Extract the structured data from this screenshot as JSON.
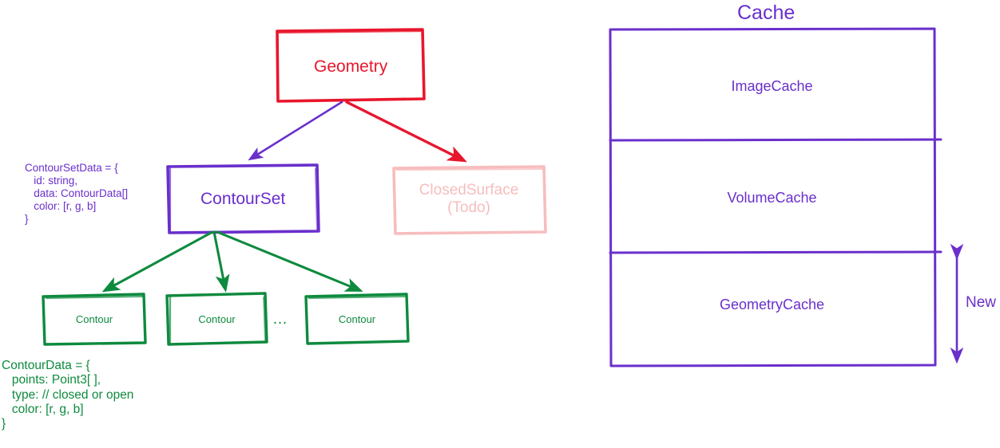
{
  "diagram": {
    "title_cache": "Cache",
    "nodes": {
      "geometry": "Geometry",
      "contour_set": "ContourSet",
      "closed_surface_line1": "ClosedSurface",
      "closed_surface_line2": "(Todo)",
      "closed_surface": "ClosedSurface\n(Todo)",
      "contour_1": "Contour",
      "contour_2": "Contour",
      "contour_3": "Contour",
      "ellipsis": "…"
    },
    "annotations": {
      "contour_set_data": "ContourSetData = {\n   id: string,\n   data: ContourData[]\n   color: [r, g, b]\n}",
      "contour_data": "ContourData = {\n   points: Point3[ ],\n   type: // closed or open\n   color: [r, g, b]\n}"
    },
    "cache_rows": [
      {
        "label": "ImageCache"
      },
      {
        "label": "VolumeCache"
      },
      {
        "label": "GeometryCache"
      }
    ],
    "new_marker_label": "New",
    "colors": {
      "red": "#E8162C",
      "purple": "#6A2FCC",
      "green": "#0E8A3E",
      "pink": "#F7BDBD"
    }
  }
}
